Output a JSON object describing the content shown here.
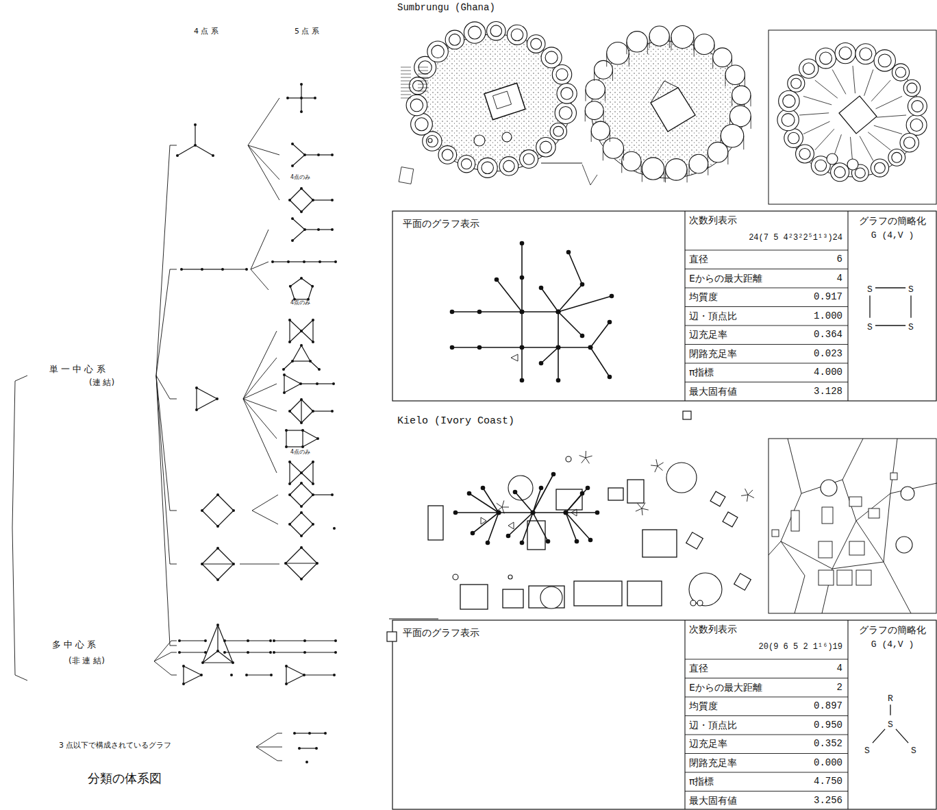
{
  "diagram": {
    "caption": "分類の体系図",
    "nodes": [
      {
        "text": [
          "グラフの簡略化",
          "G (4,V )"
        ]
      },
      {
        "text": [
          "S"
        ],
        "in": 0
      },
      {
        "text": [
          "S"
        ],
        "in": 0
      },
      {
        "text": [
          "S"
        ],
        "in": 0
      },
      {
        "text": [
          "S"
        ],
        "in": 0
      },
      {
        "text": [
          "グラフの簡略化",
          "G (4,V )"
        ]
      },
      {
        "text": [
          "R"
        ],
        "in": 5
      },
      {
        "text": [
          "S"
        ],
        "in": 5
      },
      {
        "text": [
          "S"
        ],
        "in": 5
      },
      {
        "text": [
          "S"
        ],
        "in": 5
      }
    ],
    "edges": [
      {
        "from": 1,
        "to": 2,
        "arrow": "none"
      },
      {
        "from": 3,
        "to": 4,
        "arrow": "none"
      },
      {
        "from": 1,
        "to": 3,
        "arrow": "none"
      },
      {
        "from": 2,
        "to": 4,
        "arrow": "none"
      },
      {
        "from": 6,
        "to": 7,
        "arrow": "none"
      },
      {
        "from": 7,
        "to": 8,
        "arrow": "none"
      },
      {
        "from": 7,
        "to": 9,
        "arrow": "none"
      }
    ],
    "labels": [
      "4 点 系",
      "5 点 系",
      "4点のみ",
      "4点のみ",
      "4点のみ",
      "単 一 中 心 系",
      "(連 結)",
      "多 中 心 系",
      "(非 連 結)",
      "3 点以下で構成されているグラフ",
      "Sumbrungu (Ghana)",
      "平面のグラフ表示",
      "次数列表示",
      "24(7 5 4²3²2⁵1¹³)24",
      "直径",
      "6",
      "Eからの最大距離",
      "4",
      "均質度",
      "0.917",
      "辺・頂点比",
      "1.000",
      "辺充足率",
      "0.364",
      "閉路充足率",
      "0.023",
      "π指標",
      "4.000",
      "最大固有値",
      "3.128",
      "Kielo (Ivory Coast)",
      "平面のグラフ表示",
      "次数列表示",
      "20(9 6 5 2 1¹⁶)19",
      "直径",
      "4",
      "Eからの最大距離",
      "2",
      "均質度",
      "0.897",
      "辺・頂点比",
      "0.950",
      "辺充足率",
      "0.352",
      "閉路充足率",
      "0.000",
      "π指標",
      "4.750",
      "最大固有値",
      "3.256"
    ]
  }
}
